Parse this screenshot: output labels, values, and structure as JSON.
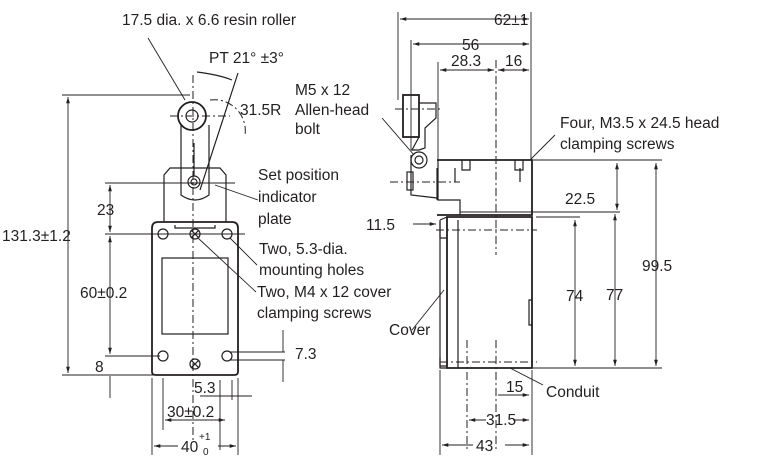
{
  "front_view": {
    "roller_label": "17.5 dia. x 6.6 resin roller",
    "pt_label": "PT 21° ±3°",
    "radius_label": "31.5R",
    "set_position_label": [
      "Set position",
      "indicator",
      "plate"
    ],
    "mounting_holes_label": [
      "Two, 5.3-dia.",
      "mounting holes"
    ],
    "cover_screws_label": [
      "Two, M4 x 12 cover",
      "clamping screws"
    ],
    "dims": {
      "overall_height": "131.3±1.2",
      "d23": "23",
      "d60": "60±0.2",
      "d8": "8",
      "d7_3": "7.3",
      "d5_3": "5.3",
      "d30": "30±0.2",
      "d40": "40",
      "d40_tol_upper": "+1",
      "d40_tol_lower": "0"
    }
  },
  "side_view": {
    "bolt_label": [
      "M5 x 12",
      "Allen-head",
      "bolt"
    ],
    "head_screws_label": [
      "Four, M3.5 x 24.5 head",
      "clamping screws"
    ],
    "cover_label": "Cover",
    "conduit_label": "Conduit",
    "dims": {
      "d62": "62±1",
      "d56": "56",
      "d28_3": "28.3",
      "d16": "16",
      "d11_5": "11.5",
      "d22_5": "22.5",
      "d74": "74",
      "d77": "77",
      "d99_5": "99.5",
      "d15": "15",
      "d31_5": "31.5",
      "d43": "43"
    }
  }
}
